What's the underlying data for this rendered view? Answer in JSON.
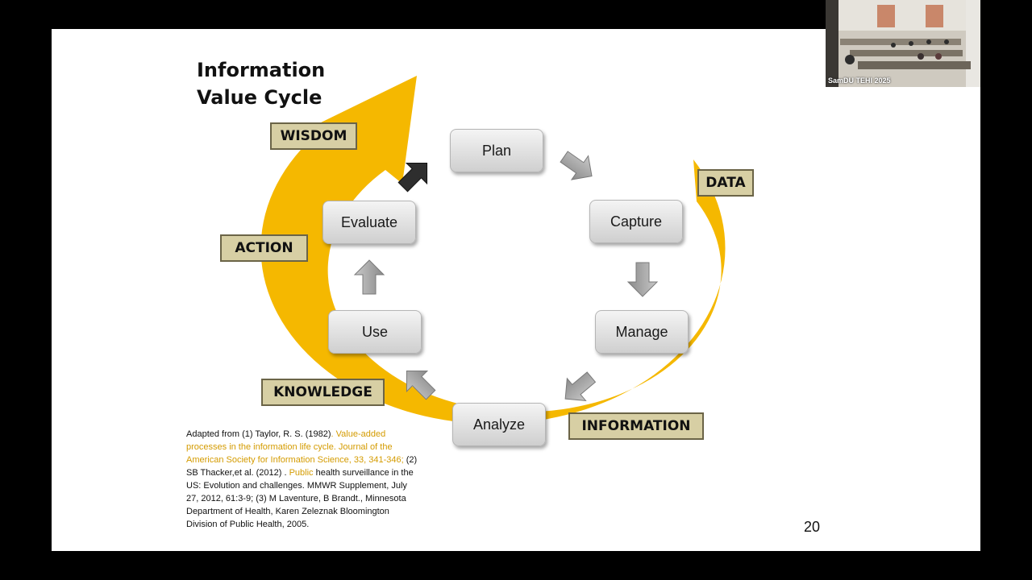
{
  "title": {
    "line1": "Information",
    "line2": "Value Cycle"
  },
  "steps": {
    "plan": "Plan",
    "capture": "Capture",
    "manage": "Manage",
    "analyze": "Analyze",
    "use": "Use",
    "evaluate": "Evaluate"
  },
  "tags": {
    "data": "DATA",
    "information": "INFORMATION",
    "knowledge": "KNOWLEDGE",
    "action": "ACTION",
    "wisdom": "WISDOM"
  },
  "citation": {
    "part1": "Adapted from (1) Taylor, R. S. (1982)",
    "part2": ". Value-added processes in the information life cycle. Journal of the American Society for Information Science, 33, 341-346;",
    "part3": " (2)  SB Thacker,et al. (2012) . ",
    "part4": "Public",
    "part5": " health surveillance  in the  US: Evolution and challenges. MMWR Supplement, July 27, 2012, 61:3-9; (3)  M Laventure, B Brandt., Minnesota Department of Health, Karen Zeleznak Bloomington Division of Public Health, 2005."
  },
  "page_number": "20",
  "video": {
    "label": "SamDU TEHI 2025"
  },
  "colors": {
    "ring": "#f5b800",
    "tag_fill": "#d7cfa4",
    "tag_border": "#6b6447",
    "arrow_gray": "#9a9a9a",
    "arrow_dark": "#2e2e2e"
  }
}
